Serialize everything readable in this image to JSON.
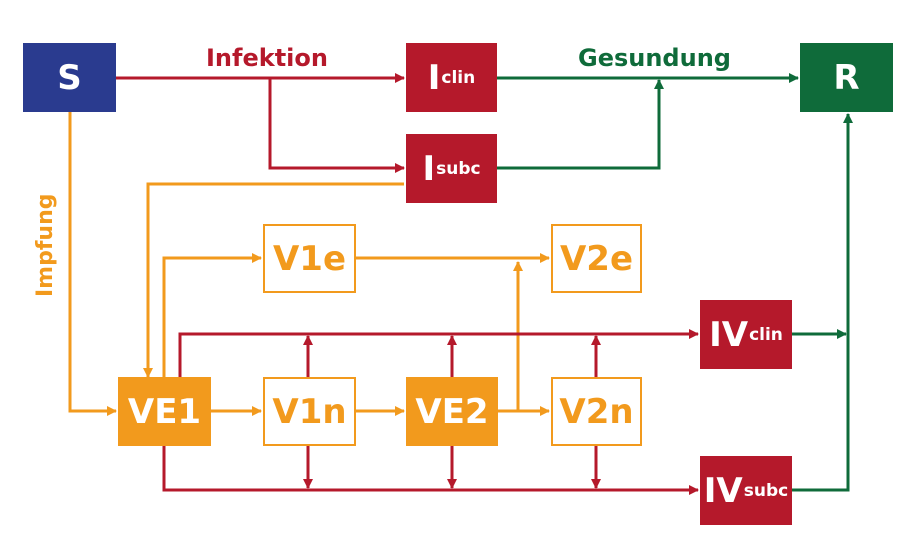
{
  "colors": {
    "blue": "#2a3b8f",
    "red": "#b5192b",
    "green": "#0f6b3a",
    "orange": "#f29a1d"
  },
  "labels": {
    "infektion": "Infektion",
    "gesundung": "Gesundung",
    "impfung": "Impfung"
  },
  "nodes": {
    "S": {
      "main": "S",
      "sub": ""
    },
    "R": {
      "main": "R",
      "sub": ""
    },
    "Iclin": {
      "main": "I",
      "sub": "clin"
    },
    "Isubc": {
      "main": "I",
      "sub": "subc"
    },
    "V1e": {
      "main": "V1e",
      "sub": ""
    },
    "V2e": {
      "main": "V2e",
      "sub": ""
    },
    "VE1": {
      "main": "VE1",
      "sub": ""
    },
    "V1n": {
      "main": "V1n",
      "sub": ""
    },
    "VE2": {
      "main": "VE2",
      "sub": ""
    },
    "V2n": {
      "main": "V2n",
      "sub": ""
    },
    "IVclin": {
      "main": "IV",
      "sub": "clin"
    },
    "IVsubc": {
      "main": "IV",
      "sub": "subc"
    }
  }
}
